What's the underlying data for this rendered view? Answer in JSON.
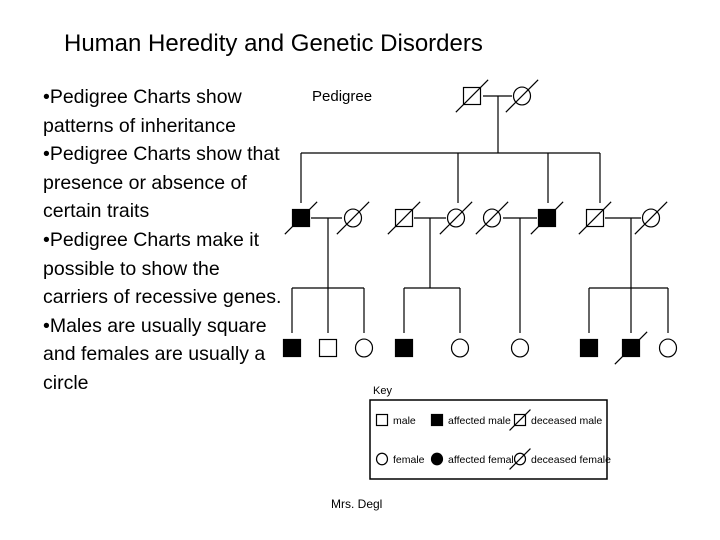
{
  "slide": {
    "title": "Human Heredity and Genetic Disorders",
    "bullets": [
      "•Pedigree Charts show patterns of inheritance",
      "•Pedigree Charts show that presence or absence of certain traits",
      "•Pedigree Charts make it possible to show the carriers of recessive genes.",
      "•Males are usually square and females are usually a circle"
    ],
    "footer": "Mrs. Degl"
  },
  "pedigree": {
    "title": "Pedigree",
    "generations": [
      {
        "name": "generation-1",
        "members": [
          {
            "sex": "male",
            "affected": false,
            "deceased": true
          },
          {
            "sex": "female",
            "affected": false,
            "deceased": true
          }
        ]
      },
      {
        "name": "generation-2",
        "members": [
          {
            "sex": "male",
            "affected": true,
            "deceased": true
          },
          {
            "sex": "female",
            "affected": false,
            "deceased": true
          },
          {
            "sex": "male",
            "affected": false,
            "deceased": true
          },
          {
            "sex": "female",
            "affected": false,
            "deceased": true
          },
          {
            "sex": "female",
            "affected": false,
            "deceased": true
          },
          {
            "sex": "male",
            "affected": true,
            "deceased": true
          },
          {
            "sex": "male",
            "affected": false,
            "deceased": true
          },
          {
            "sex": "female",
            "affected": false,
            "deceased": true
          }
        ]
      },
      {
        "name": "generation-3",
        "members": [
          {
            "sex": "male",
            "affected": true,
            "deceased": false
          },
          {
            "sex": "male",
            "affected": false,
            "deceased": false
          },
          {
            "sex": "female",
            "affected": false,
            "deceased": false
          },
          {
            "sex": "male",
            "affected": true,
            "deceased": false
          },
          {
            "sex": "female",
            "affected": false,
            "deceased": false
          },
          {
            "sex": "female",
            "affected": false,
            "deceased": false
          },
          {
            "sex": "male",
            "affected": true,
            "deceased": false
          },
          {
            "sex": "male",
            "affected": true,
            "deceased": true
          },
          {
            "sex": "female",
            "affected": false,
            "deceased": false
          }
        ]
      }
    ],
    "key": {
      "title": "Key",
      "items": [
        {
          "sex": "male",
          "affected": false,
          "deceased": false,
          "label": "male"
        },
        {
          "sex": "male",
          "affected": true,
          "deceased": false,
          "label": "affected male"
        },
        {
          "sex": "male",
          "affected": false,
          "deceased": true,
          "label": "deceased male"
        },
        {
          "sex": "female",
          "affected": false,
          "deceased": false,
          "label": "female"
        },
        {
          "sex": "female",
          "affected": true,
          "deceased": false,
          "label": "affected female"
        },
        {
          "sex": "female",
          "affected": false,
          "deceased": true,
          "label": "deceased female"
        }
      ]
    }
  }
}
